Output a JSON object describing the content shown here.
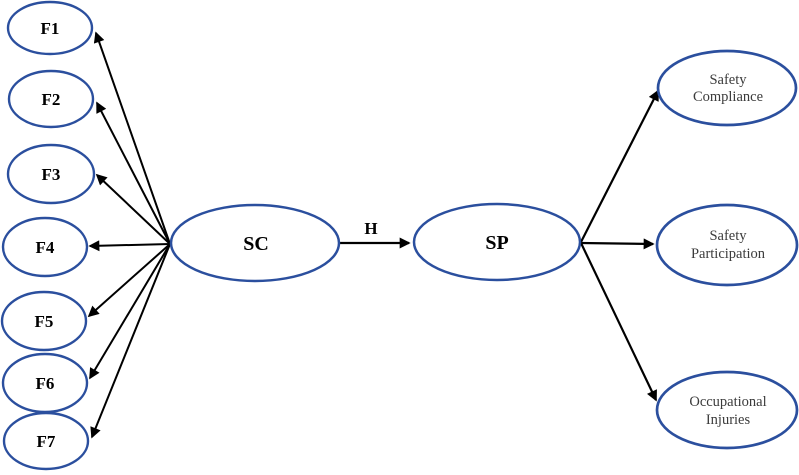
{
  "figure": {
    "type": "path-diagram",
    "left_nodes": [
      {
        "id": "f1",
        "label": "F1"
      },
      {
        "id": "f2",
        "label": "F2"
      },
      {
        "id": "f3",
        "label": "F3"
      },
      {
        "id": "f4",
        "label": "F4"
      },
      {
        "id": "f5",
        "label": "F5"
      },
      {
        "id": "f6",
        "label": "F6"
      },
      {
        "id": "f7",
        "label": "F7"
      }
    ],
    "center_nodes": [
      {
        "id": "sc",
        "label": "SC"
      },
      {
        "id": "sp",
        "label": "SP"
      }
    ],
    "right_nodes": [
      {
        "id": "safety-compliance",
        "line1": "Safety",
        "line2": "Compliance"
      },
      {
        "id": "safety-participation",
        "line1": "Safety",
        "line2": "Participation"
      },
      {
        "id": "occupational-injuries",
        "line1": "Occupational",
        "line2": "Injuries"
      }
    ],
    "edge_labels": {
      "sc_to_sp": "H"
    },
    "edges": [
      {
        "from": "SC",
        "to": "F1"
      },
      {
        "from": "SC",
        "to": "F2"
      },
      {
        "from": "SC",
        "to": "F3"
      },
      {
        "from": "SC",
        "to": "F4"
      },
      {
        "from": "SC",
        "to": "F5"
      },
      {
        "from": "SC",
        "to": "F6"
      },
      {
        "from": "SC",
        "to": "F7"
      },
      {
        "from": "SC",
        "to": "SP",
        "label": "H"
      },
      {
        "from": "SP",
        "to": "Safety Compliance"
      },
      {
        "from": "SP",
        "to": "Safety Participation"
      },
      {
        "from": "SP",
        "to": "Occupational Injuries"
      }
    ],
    "colors": {
      "node_stroke": "#2b4f9e",
      "node_fill": "#ffffff",
      "arrow": "#000000",
      "bold_label": "#000000",
      "small_label": "#3b3b3b"
    }
  }
}
